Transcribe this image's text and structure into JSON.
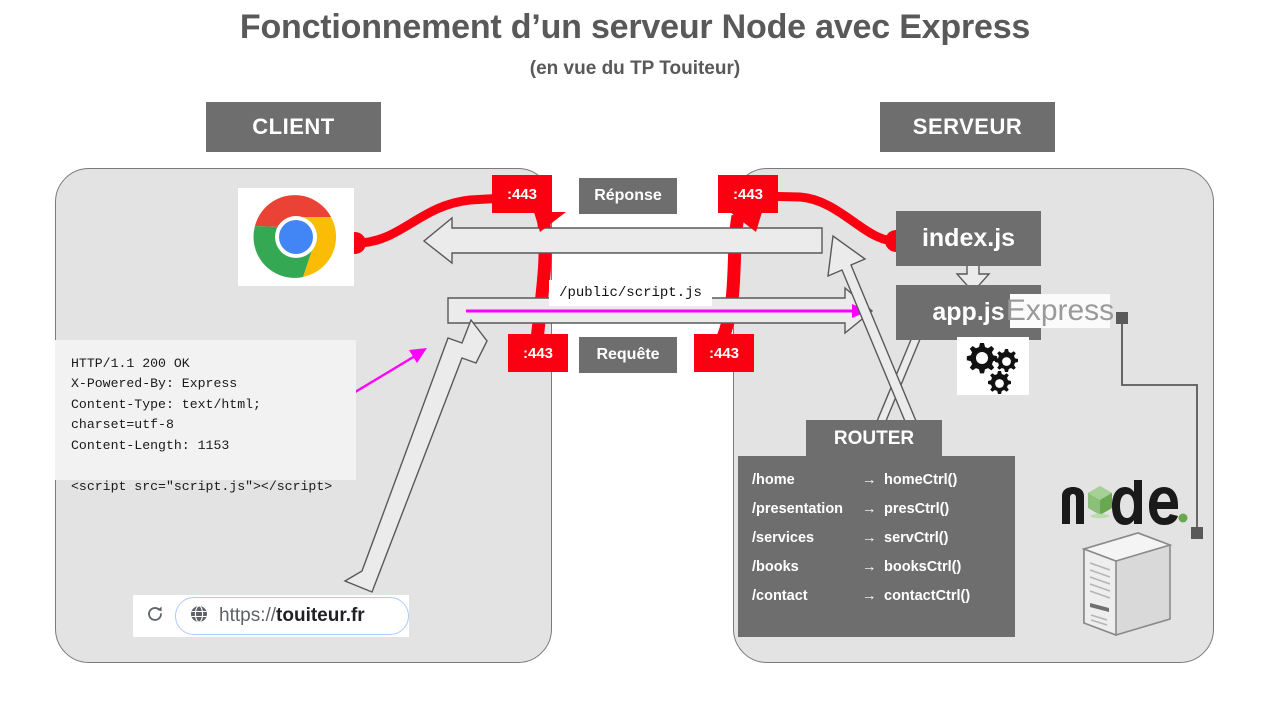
{
  "header": {
    "title": "Fonctionnement d’un serveur Node avec Express",
    "subtitle": "(en vue du TP Touiteur)"
  },
  "zones": {
    "client_label": "CLIENT",
    "server_label": "SERVEUR"
  },
  "flow": {
    "response_label": "Réponse",
    "request_label": "Requête",
    "script_path": "/public/script.js",
    "port_badges": [
      "443",
      "443",
      "443",
      "443"
    ],
    "port_text": ":443"
  },
  "client": {
    "browser_icon": "chrome-logo",
    "http_response": "HTTP/1.1 200 OK\nX-Powered-By: Express\nContent-Type: text/html;\ncharset=utf-8\nContent-Length: 1153\n\n<script src=\"script.js\"></script>",
    "url_bar": {
      "reload_icon": "reload-icon",
      "site_icon": "globe-icon",
      "scheme": "https://",
      "domain": "touiteur.fr"
    }
  },
  "server": {
    "entry_file": "index.js",
    "app_file": "app.js",
    "framework_logo": "Express",
    "gears_icon": "gears-icon",
    "runtime_logo": "node",
    "machine_icon": "server-tower-icon",
    "router": {
      "title": "ROUTER",
      "arrow_glyph": "→",
      "routes": [
        {
          "path": "/home",
          "handler": "homeCtrl()"
        },
        {
          "path": "/presentation",
          "handler": "presCtrl()"
        },
        {
          "path": "/services",
          "handler": "servCtrl()"
        },
        {
          "path": "/books",
          "handler": "booksCtrl()"
        },
        {
          "path": "/contact",
          "handler": "contactCtrl()"
        }
      ]
    }
  },
  "colors": {
    "panel": "#e3e3e3",
    "dark": "#6e6e6e",
    "red": "#fa0011",
    "magenta": "#ff00ff",
    "node_green": "#6aa84f",
    "arrow_fill": "#ebebeb"
  }
}
